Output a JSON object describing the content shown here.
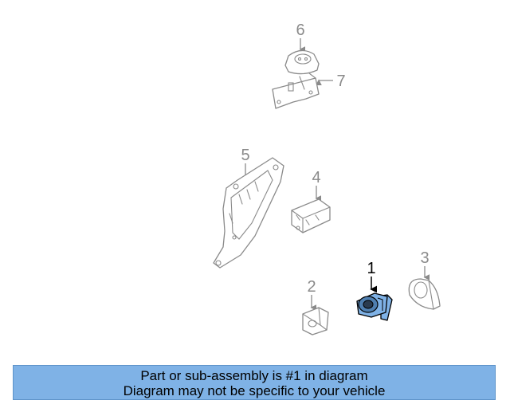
{
  "callouts": {
    "c1": "1",
    "c2": "2",
    "c3": "3",
    "c4": "4",
    "c5": "5",
    "c6": "6",
    "c7": "7"
  },
  "highlighted_callout": "1",
  "colors": {
    "highlight_fill": "#7fb2e6",
    "banner_background": "#7fb2e6",
    "line_art": "#8a8a8a"
  },
  "banner": {
    "line1": "Part or sub-assembly is #1 in diagram",
    "line2": "Diagram may not be specific to your vehicle"
  }
}
